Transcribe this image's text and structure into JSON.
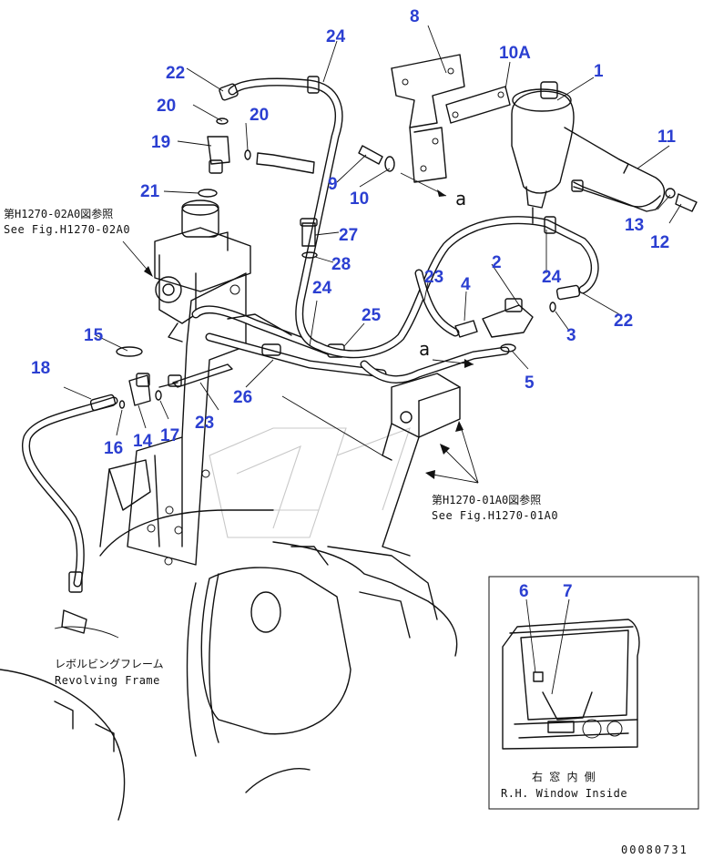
{
  "callouts": {
    "c1": "1",
    "c2": "2",
    "c3": "3",
    "c4": "4",
    "c5": "5",
    "c6": "6",
    "c7": "7",
    "c8": "8",
    "c9": "9",
    "c10": "10",
    "c10a": "10A",
    "c11": "11",
    "c12": "12",
    "c13": "13",
    "c14": "14",
    "c15": "15",
    "c16": "16",
    "c17": "17",
    "c18": "18",
    "c19": "19",
    "c20a": "20",
    "c20b": "20",
    "c21": "21",
    "c22a": "22",
    "c22b": "22",
    "c23a": "23",
    "c23b": "23",
    "c24a": "24",
    "c24b": "24",
    "c24c": "24",
    "c25": "25",
    "c26": "26",
    "c27": "27",
    "c28": "28"
  },
  "refs": {
    "fig_02_jp": "第H1270-02A0図参照",
    "fig_02_en": "See Fig.H1270-02A0",
    "fig_01_jp": "第H1270-01A0図参照",
    "fig_01_en": "See Fig.H1270-01A0",
    "frame_jp": "レボルビングフレーム",
    "frame_en": "Revolving Frame",
    "window_jp": "右 窓 内 側",
    "window_en": "R.H. Window Inside",
    "mark_a1": "a",
    "mark_a2": "a"
  },
  "drawing_number": "00080731",
  "colors": {
    "callout": "#2b3fd1",
    "line": "#111111"
  }
}
